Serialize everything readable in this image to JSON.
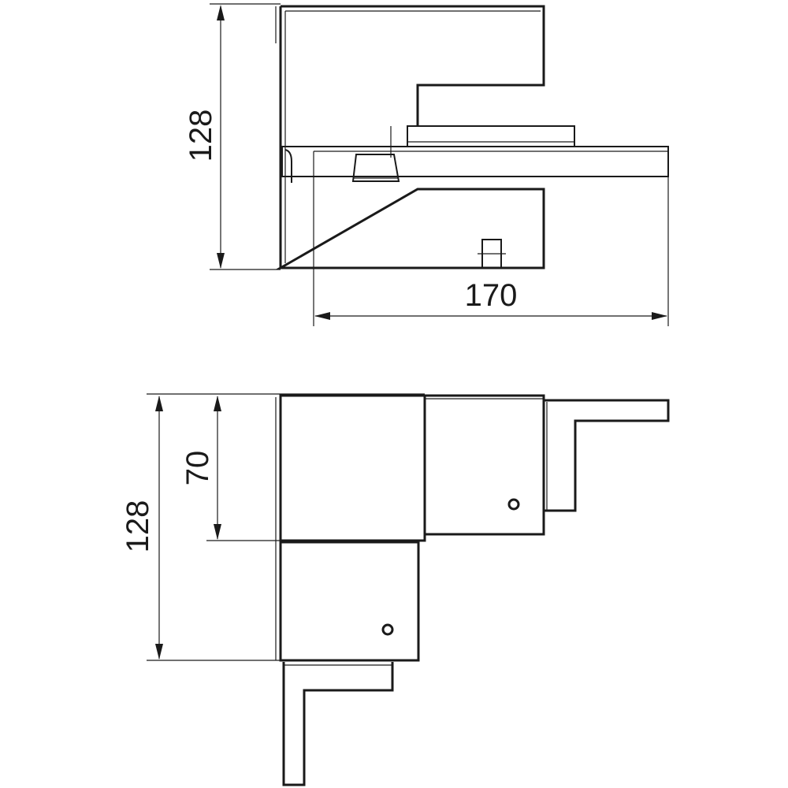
{
  "drawing": {
    "top_view": {
      "dim_height": "128",
      "dim_width": "170"
    },
    "bottom_view": {
      "dim_height_total": "128",
      "dim_height_inner": "70"
    }
  },
  "colors": {
    "line": "#1a1a1a",
    "background": "#ffffff"
  }
}
